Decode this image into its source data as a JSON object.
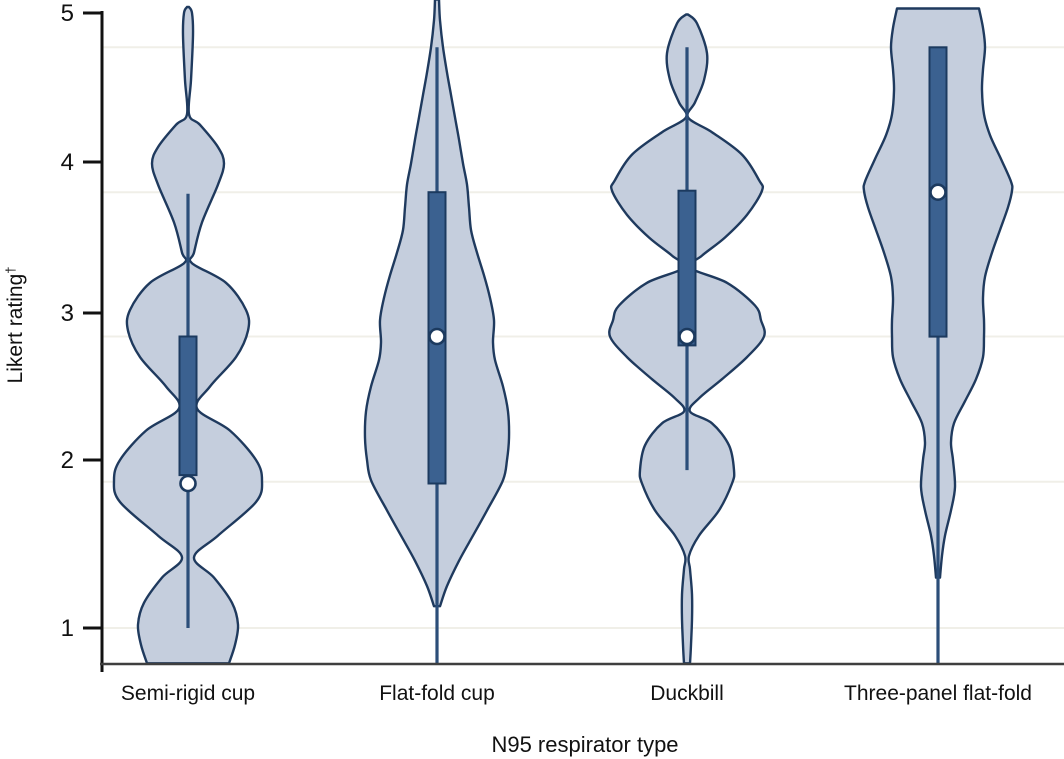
{
  "figure": {
    "background": "#ffffff"
  },
  "chart_data": {
    "type": "violin",
    "title": "",
    "xlabel": "N95 respirator type",
    "ylabel": "Likert rating",
    "ylabel_superscript": "†",
    "legend_position": "none",
    "grid": {
      "visible": true,
      "gridline_values": [
        4.77,
        3.8,
        2.84,
        1.87,
        1.0
      ]
    },
    "y_axis": {
      "ticks": [
        5,
        4,
        3,
        2,
        1
      ],
      "range_top": 5.09,
      "range_bottom": 0.79
    },
    "categories": [
      "Semi-rigid cup",
      "Flat-fold cup",
      "Duckbill",
      "Three-panel flat-fold"
    ],
    "series": [
      {
        "name": "Semi-rigid cup",
        "summary": {
          "whisker_high": 3.79,
          "q3": 2.84,
          "q1": 1.91,
          "median": 1.86,
          "whisker_low": 1.0
        },
        "density_profile": [
          [
            5.04,
            1
          ],
          [
            5.0,
            4
          ],
          [
            4.85,
            5
          ],
          [
            4.55,
            3
          ],
          [
            4.32,
            1
          ],
          [
            4.25,
            12
          ],
          [
            4.1,
            30
          ],
          [
            3.99,
            36
          ],
          [
            3.85,
            30
          ],
          [
            3.6,
            14
          ],
          [
            3.4,
            6
          ],
          [
            3.33,
            4
          ],
          [
            3.2,
            38
          ],
          [
            3.02,
            58
          ],
          [
            2.88,
            60
          ],
          [
            2.7,
            48
          ],
          [
            2.5,
            22
          ],
          [
            2.35,
            9
          ],
          [
            2.2,
            42
          ],
          [
            2.0,
            68
          ],
          [
            1.88,
            74
          ],
          [
            1.75,
            68
          ],
          [
            1.55,
            30
          ],
          [
            1.42,
            6
          ],
          [
            1.3,
            26
          ],
          [
            1.15,
            44
          ],
          [
            1.02,
            50
          ],
          [
            0.9,
            47
          ],
          [
            0.79,
            41
          ]
        ]
      },
      {
        "name": "Flat-fold cup",
        "summary": {
          "whisker_high": 4.77,
          "q3": 3.8,
          "q1": 1.86,
          "median": 2.84,
          "whisker_low": 0.79
        },
        "density_profile": [
          [
            5.09,
            2
          ],
          [
            4.95,
            3
          ],
          [
            4.77,
            6
          ],
          [
            4.6,
            10
          ],
          [
            4.45,
            14
          ],
          [
            4.3,
            18
          ],
          [
            4.15,
            22
          ],
          [
            3.99,
            26
          ],
          [
            3.85,
            30
          ],
          [
            3.7,
            32
          ],
          [
            3.55,
            34
          ],
          [
            3.4,
            40
          ],
          [
            3.25,
            47
          ],
          [
            3.1,
            53
          ],
          [
            2.95,
            57
          ],
          [
            2.8,
            56
          ],
          [
            2.68,
            58
          ],
          [
            2.5,
            66
          ],
          [
            2.33,
            71
          ],
          [
            2.15,
            72
          ],
          [
            2.0,
            70
          ],
          [
            1.88,
            66
          ],
          [
            1.7,
            50
          ],
          [
            1.55,
            36
          ],
          [
            1.4,
            22
          ],
          [
            1.25,
            10
          ],
          [
            1.13,
            3
          ]
        ]
      },
      {
        "name": "Duckbill",
        "summary": {
          "whisker_high": 4.77,
          "q3": 3.81,
          "q1": 2.78,
          "median": 2.84,
          "whisker_low": 1.94
        },
        "density_profile": [
          [
            4.99,
            1
          ],
          [
            4.93,
            10
          ],
          [
            4.73,
            20
          ],
          [
            4.55,
            17
          ],
          [
            4.4,
            8
          ],
          [
            4.3,
            1
          ],
          [
            4.2,
            25
          ],
          [
            4.05,
            55
          ],
          [
            3.88,
            72
          ],
          [
            3.81,
            75
          ],
          [
            3.65,
            60
          ],
          [
            3.5,
            38
          ],
          [
            3.38,
            15
          ],
          [
            3.3,
            3
          ],
          [
            3.2,
            40
          ],
          [
            3.05,
            68
          ],
          [
            2.95,
            74
          ],
          [
            2.84,
            77
          ],
          [
            2.7,
            60
          ],
          [
            2.55,
            35
          ],
          [
            2.42,
            12
          ],
          [
            2.33,
            3
          ],
          [
            2.25,
            25
          ],
          [
            2.1,
            42
          ],
          [
            1.94,
            47
          ],
          [
            1.86,
            45
          ],
          [
            1.7,
            32
          ],
          [
            1.55,
            12
          ],
          [
            1.43,
            2
          ],
          [
            1.35,
            3
          ],
          [
            1.2,
            5
          ],
          [
            1.05,
            5
          ],
          [
            0.9,
            4
          ],
          [
            0.79,
            3
          ]
        ]
      },
      {
        "name": "Three-panel flat-fold",
        "summary": {
          "whisker_high": 4.77,
          "q3": 4.77,
          "q1": 2.84,
          "median": 3.8,
          "whisker_low": 0.79
        },
        "density_profile": [
          [
            5.03,
            41
          ],
          [
            4.9,
            45
          ],
          [
            4.77,
            47
          ],
          [
            4.62,
            45
          ],
          [
            4.48,
            44
          ],
          [
            4.32,
            46
          ],
          [
            4.18,
            52
          ],
          [
            4.02,
            63
          ],
          [
            3.87,
            73
          ],
          [
            3.81,
            74
          ],
          [
            3.7,
            70
          ],
          [
            3.55,
            62
          ],
          [
            3.4,
            54
          ],
          [
            3.24,
            47
          ],
          [
            3.1,
            45
          ],
          [
            2.95,
            46
          ],
          [
            2.84,
            46
          ],
          [
            2.7,
            45
          ],
          [
            2.55,
            38
          ],
          [
            2.4,
            27
          ],
          [
            2.25,
            16
          ],
          [
            2.12,
            13
          ],
          [
            2.0,
            15
          ],
          [
            1.84,
            17
          ],
          [
            1.7,
            13
          ],
          [
            1.55,
            7
          ],
          [
            1.43,
            4
          ],
          [
            1.3,
            2
          ]
        ]
      }
    ],
    "colors": {
      "violin_fill": "#c5cedd",
      "violin_stroke": "#1f3a5e",
      "box_fill": "#3b6190",
      "box_stroke": "#1c3a5f",
      "whisker": "#2c4e79",
      "median_dot_fill": "#ffffff",
      "median_dot_stroke": "#1c3a5f",
      "gridline": "#f0efe8",
      "axis": "#3f3f3f",
      "text": "#111111"
    }
  }
}
